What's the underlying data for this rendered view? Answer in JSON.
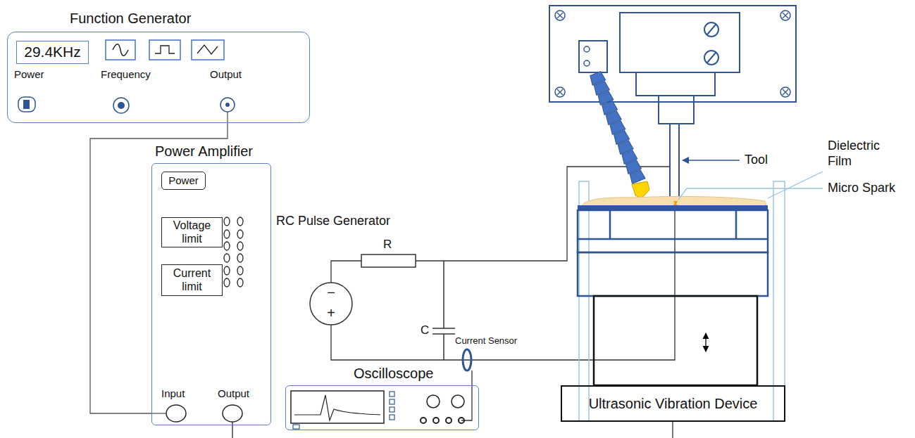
{
  "diagram": {
    "nodes": [
      {
        "text": [
          "Function Generator"
        ]
      },
      {
        "text": [
          "29.4KHz"
        ],
        "in": 0
      },
      {
        "text": [
          "Power Amplifier"
        ]
      },
      {
        "text": [
          "Power"
        ],
        "in": 2
      },
      {
        "text": [
          "Voltage limit"
        ],
        "in": 2
      },
      {
        "text": [
          "Current limit"
        ],
        "in": 2
      },
      {
        "text": [
          "Oscilloscope"
        ]
      },
      {
        "text": [
          "Ultrasonic Vibration Device"
        ]
      }
    ],
    "edges": [
      {
        "from": 0,
        "to": 2,
        "arrow": "none"
      }
    ],
    "labels": [
      "Power",
      "Frequency",
      "Output",
      "Input",
      "Output",
      "RC Pulse Generator",
      "R",
      "C",
      "−",
      "+",
      "Current Sensor",
      "Tool",
      "Dielectric Film",
      "Micro Spark"
    ]
  }
}
